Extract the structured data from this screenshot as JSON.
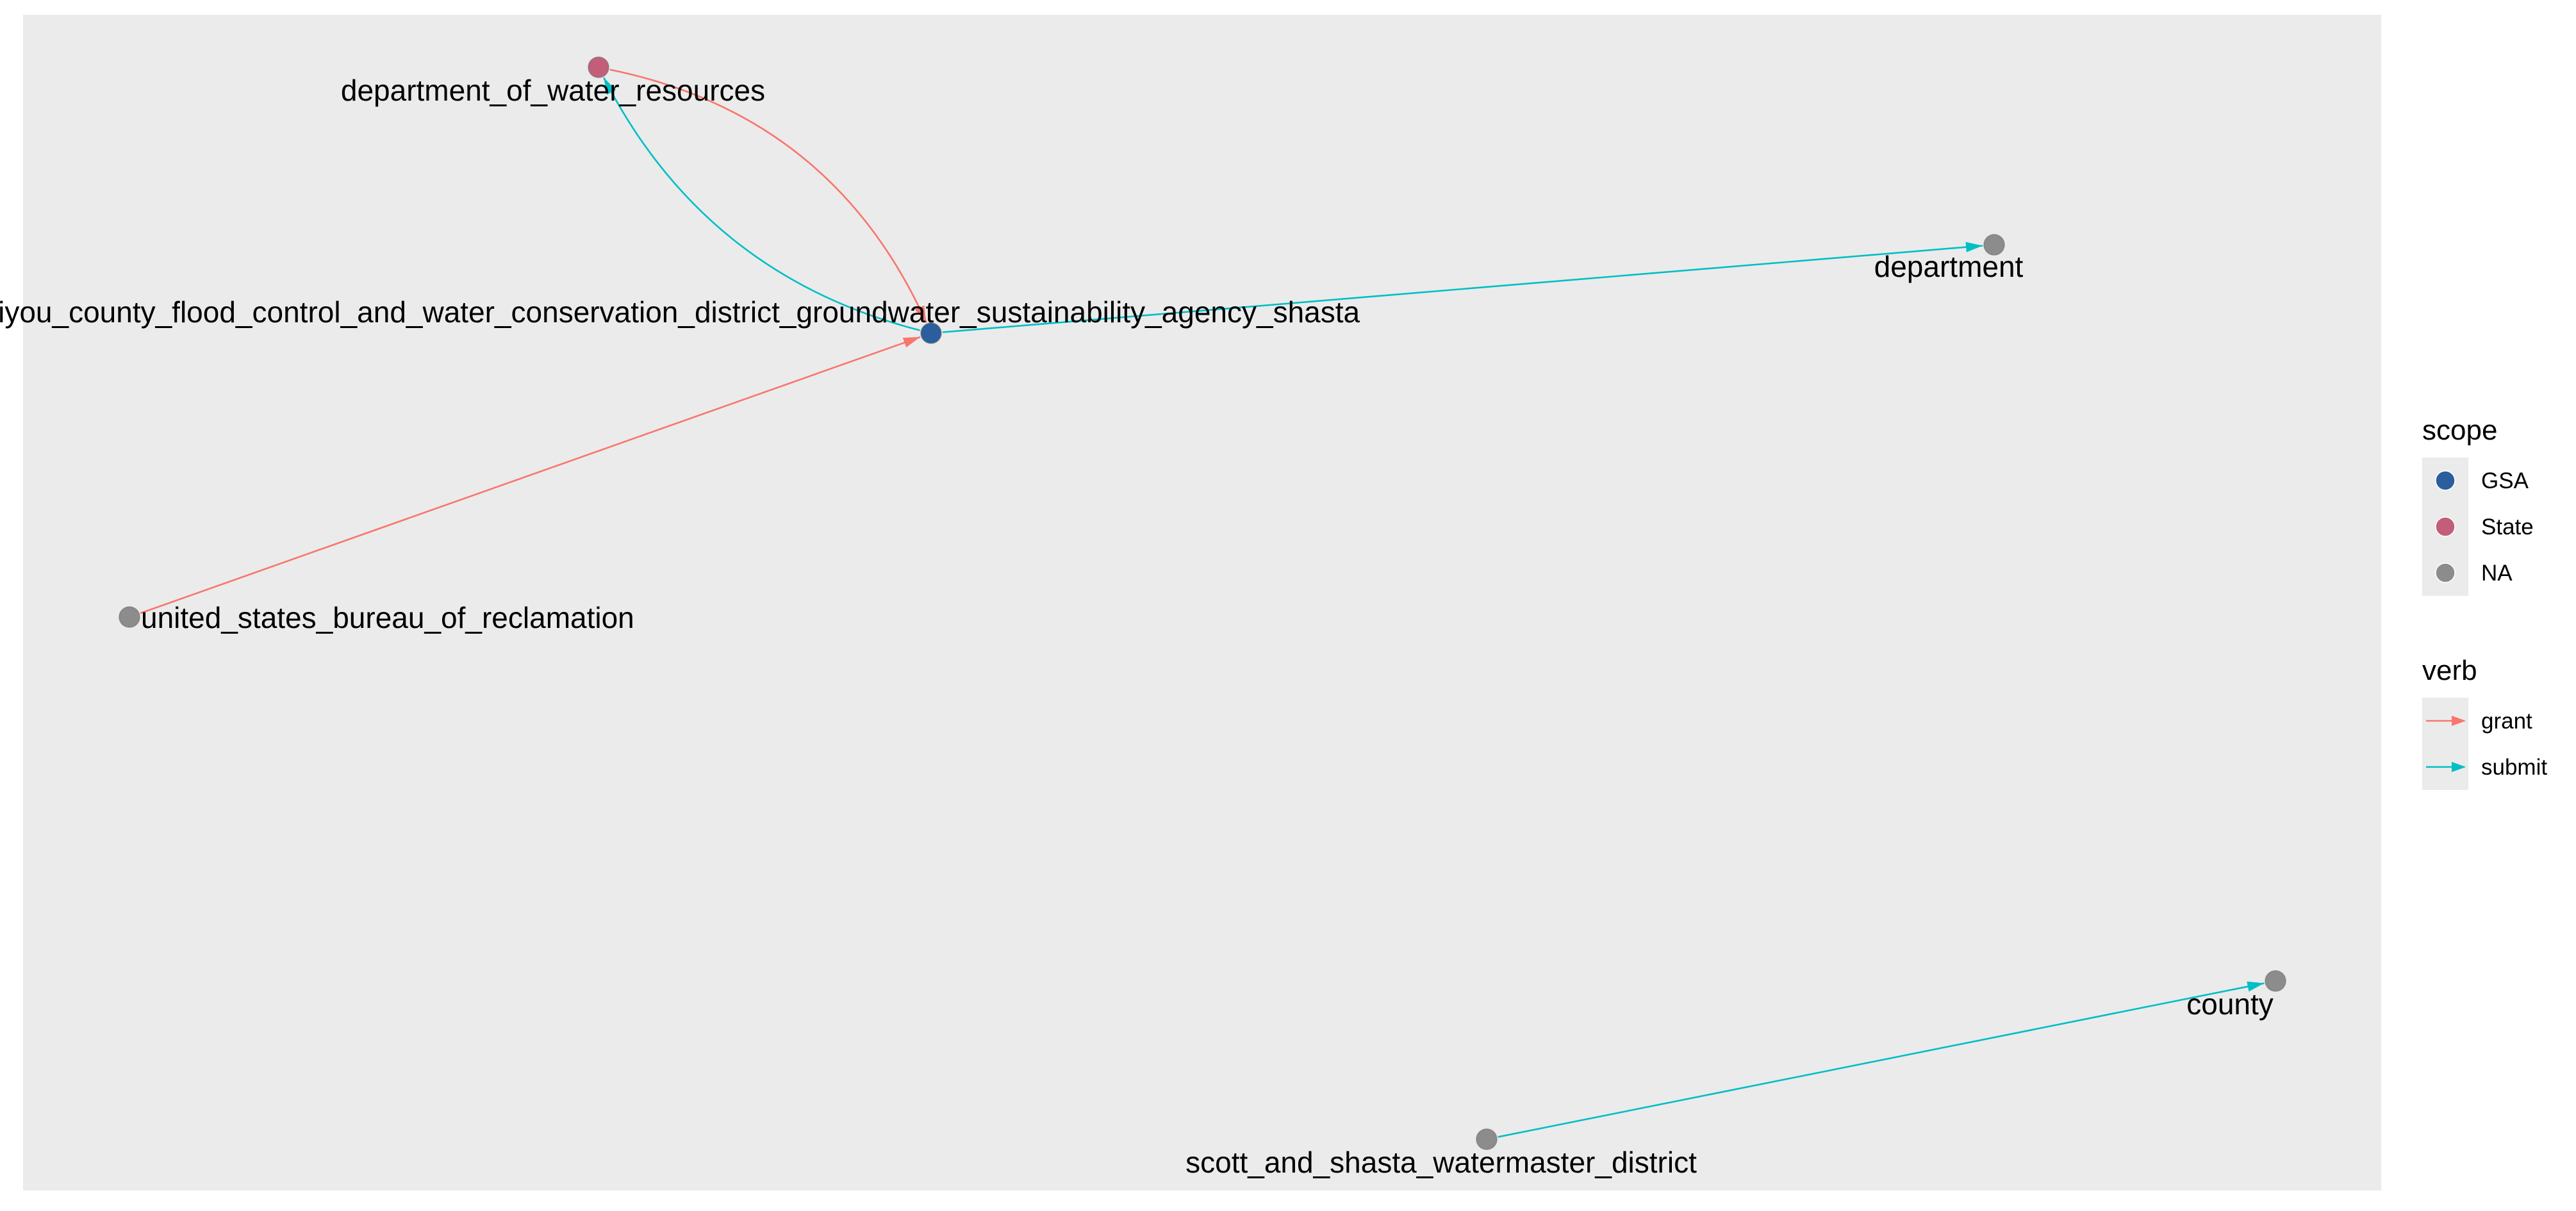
{
  "graph": {
    "nodes": [
      {
        "id": "siskiyou_county_flood_control_and_water_conservation_district_groundwater_sustainability_agency_shasta",
        "label": "siskiyou_county_flood_control_and_water_conservation_district_groundwater_sustainability_agency_shasta",
        "scope": "GSA"
      },
      {
        "id": "department_of_water_resources",
        "label": "department_of_water_resources",
        "scope": "State"
      },
      {
        "id": "department",
        "label": "department",
        "scope": "NA"
      },
      {
        "id": "united_states_bureau_of_reclamation",
        "label": "united_states_bureau_of_reclamation",
        "scope": "NA"
      },
      {
        "id": "county",
        "label": "county",
        "scope": "NA"
      },
      {
        "id": "scott_and_shasta_watermaster_district",
        "label": "scott_and_shasta_watermaster_district",
        "scope": "NA"
      }
    ],
    "edges": [
      {
        "from": "department_of_water_resources",
        "to": "siskiyou_county_flood_control_and_water_conservation_district_groundwater_sustainability_agency_shasta",
        "verb": "grant"
      },
      {
        "from": "siskiyou_county_flood_control_and_water_conservation_district_groundwater_sustainability_agency_shasta",
        "to": "department_of_water_resources",
        "verb": "submit"
      },
      {
        "from": "siskiyou_county_flood_control_and_water_conservation_district_groundwater_sustainability_agency_shasta",
        "to": "department",
        "verb": "submit"
      },
      {
        "from": "united_states_bureau_of_reclamation",
        "to": "siskiyou_county_flood_control_and_water_conservation_district_groundwater_sustainability_agency_shasta",
        "verb": "grant"
      },
      {
        "from": "scott_and_shasta_watermaster_district",
        "to": "county",
        "verb": "submit"
      }
    ]
  },
  "legend": {
    "scope": {
      "title": "scope",
      "items": [
        {
          "label": "GSA",
          "color": "#2a5e9c"
        },
        {
          "label": "State",
          "color": "#c25d7a"
        },
        {
          "label": "NA",
          "color": "#8c8c8c"
        }
      ]
    },
    "verb": {
      "title": "verb",
      "items": [
        {
          "label": "grant",
          "color": "#f8766d"
        },
        {
          "label": "submit",
          "color": "#00bfc4"
        }
      ]
    }
  }
}
